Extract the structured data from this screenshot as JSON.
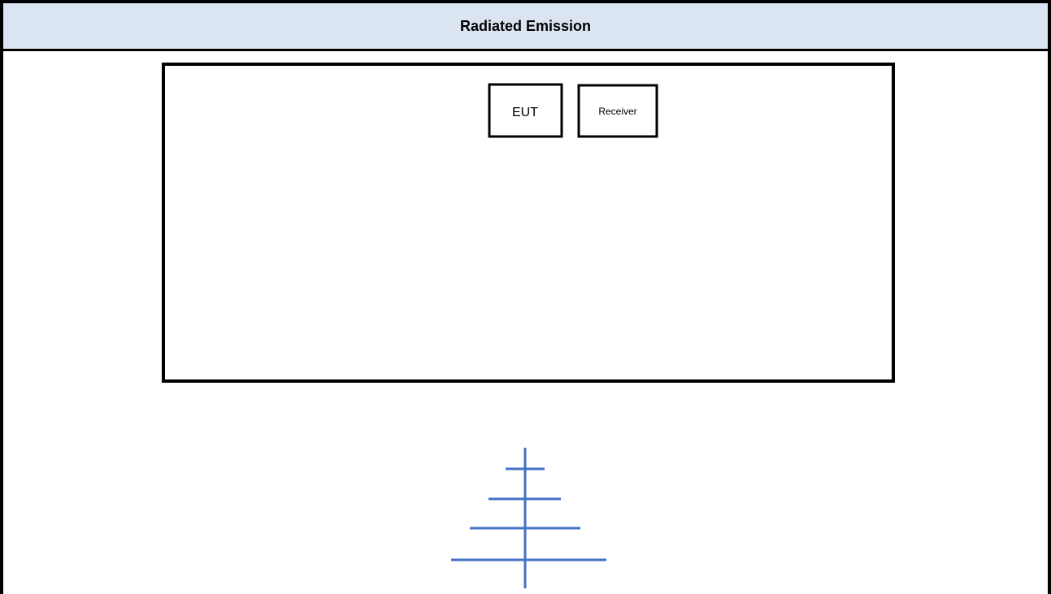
{
  "header": {
    "title": "Radiated Emission",
    "background": "#dbe5f1"
  },
  "diagram": {
    "chamber": {},
    "eut": {
      "label": "EUT"
    },
    "receiver": {
      "label": "Receiver"
    },
    "antenna": {
      "icon": "log-periodic-antenna-icon",
      "color": "#4472c4"
    }
  }
}
